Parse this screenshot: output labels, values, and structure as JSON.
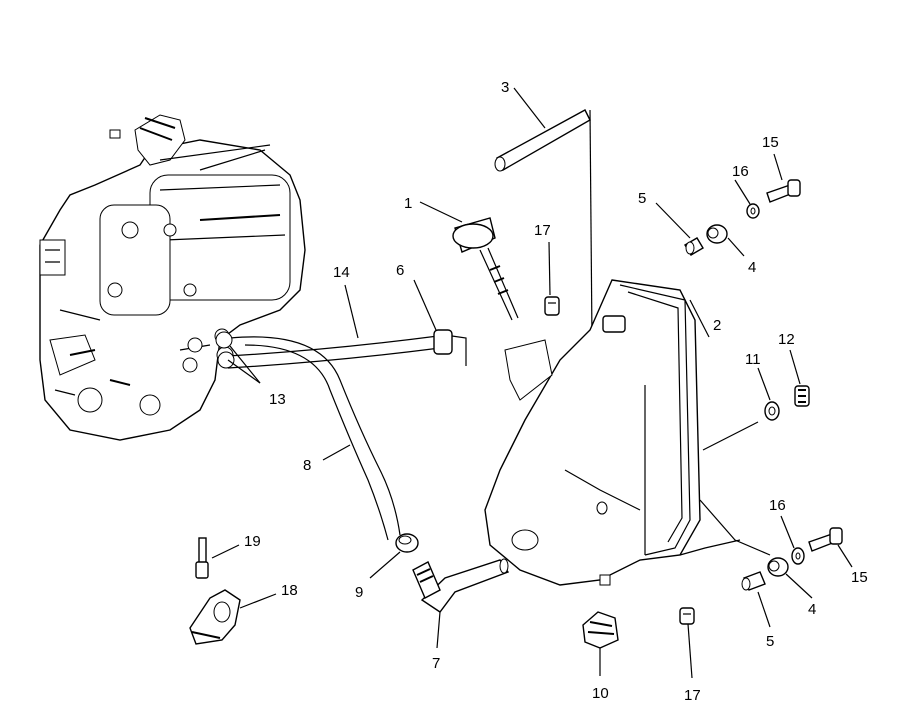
{
  "callouts": {
    "c1": "1",
    "c2": "2",
    "c3": "3",
    "c4a": "4",
    "c4b": "4",
    "c5a": "5",
    "c5b": "5",
    "c6": "6",
    "c7": "7",
    "c8": "8",
    "c9": "9",
    "c10": "10",
    "c11": "11",
    "c12": "12",
    "c13": "13",
    "c14": "14",
    "c15a": "15",
    "c15b": "15",
    "c16a": "16",
    "c16b": "16",
    "c17a": "17",
    "c17b": "17",
    "c18": "18",
    "c19": "19"
  },
  "colors": {
    "ink": "#000000",
    "paper": "#ffffff"
  }
}
